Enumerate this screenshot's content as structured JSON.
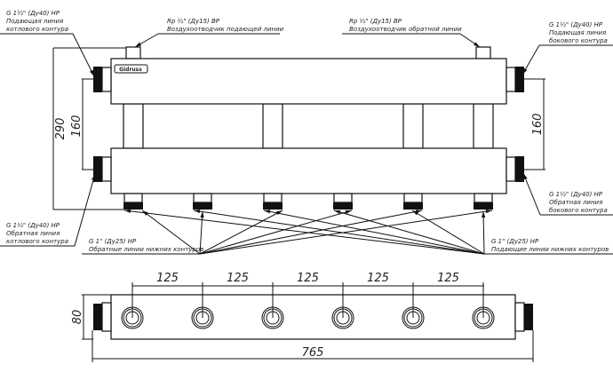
{
  "callouts": {
    "top_left": [
      "G 1½\" (Ду40) НР",
      "Подающая линия",
      "котлового контура"
    ],
    "top_vent_left": [
      "Rp ½\" (Ду15) ВР",
      "Воздухоотводчик подающей линии"
    ],
    "top_vent_right": [
      "Rp ½\" (Ду15) ВР",
      "Воздухоотводчик обратной линии"
    ],
    "top_right": [
      "G 1½\" (Ду40) НР",
      "Подающая линия",
      "бокового контура"
    ],
    "bottom_left": [
      "G 1½\" (Ду40) НР",
      "Обратная линия",
      "котлового контура"
    ],
    "bottom_right": [
      "G 1½\" (Ду40) НР",
      "Обратная линия",
      "бокового контура"
    ],
    "return_lower": [
      "G 1\" (Ду25) НР",
      "Обратные линии нижних контуров"
    ],
    "supply_lower": [
      "G 1\" (Ду25) НР",
      "Подающие линии нижних контуров"
    ]
  },
  "dimensions": {
    "total_height": "290",
    "axis_spacing_left": "160",
    "axis_spacing_right": "160",
    "outlet_pitch": [
      "125",
      "125",
      "125",
      "125",
      "125"
    ],
    "depth": "80",
    "length": "765"
  },
  "logo": "Gidruss"
}
